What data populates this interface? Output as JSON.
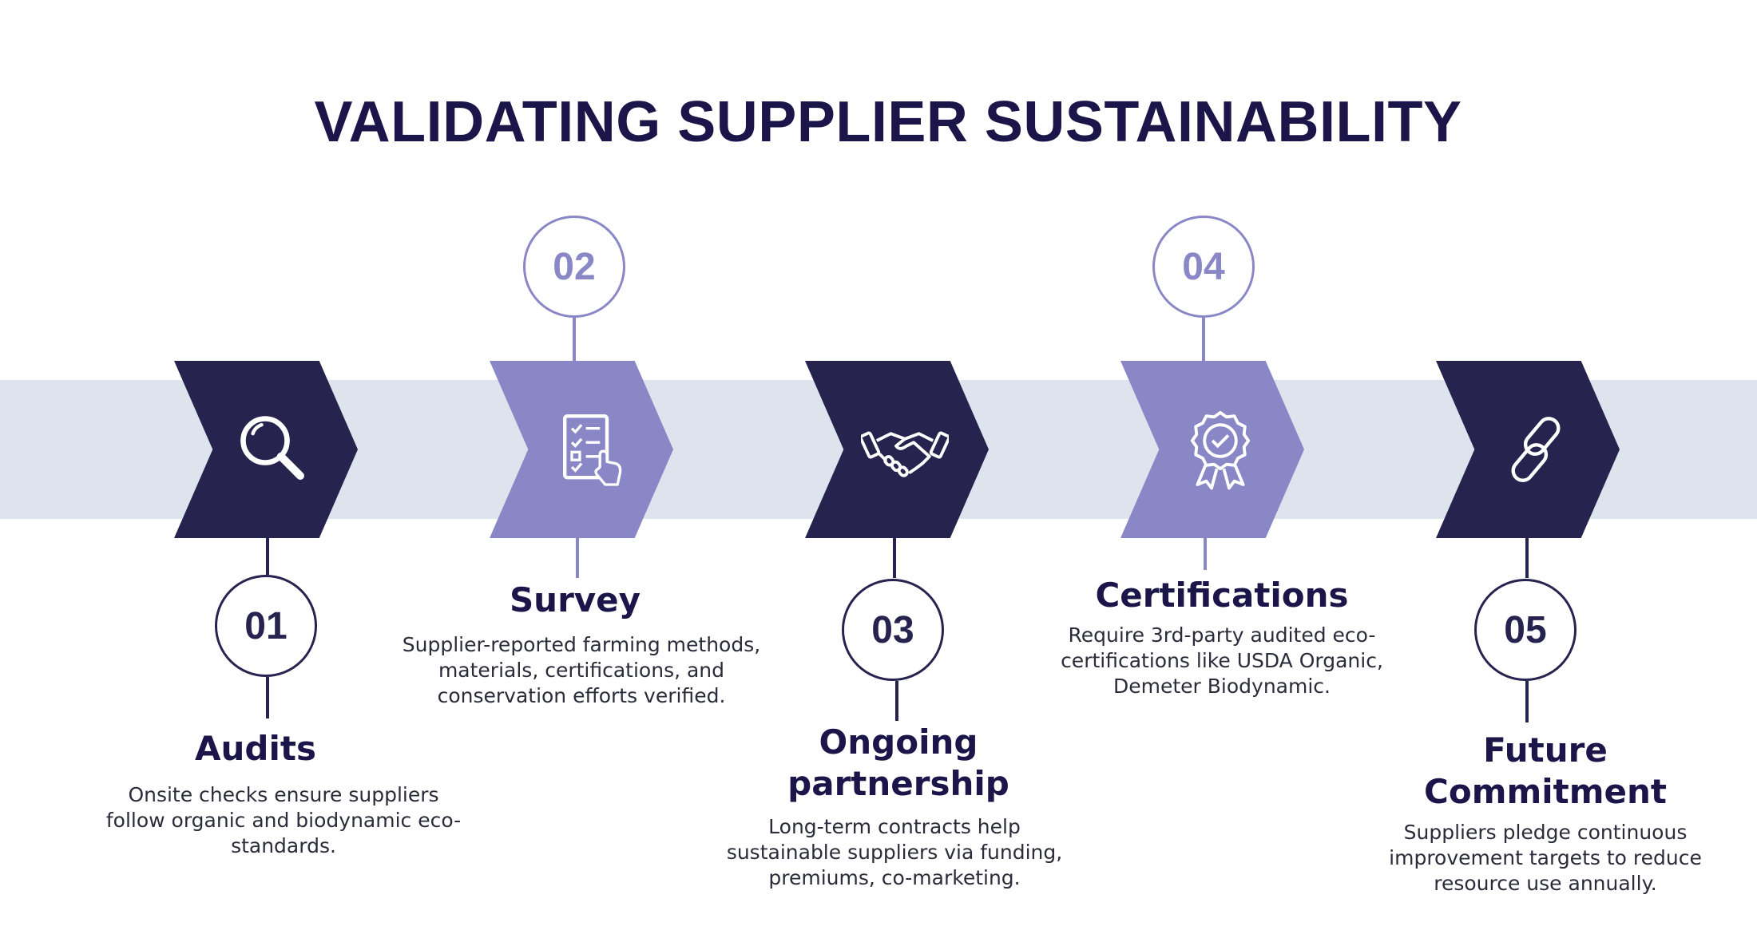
{
  "title": "VALIDATING SUPPLIER SUSTAINABILITY",
  "colors": {
    "dark": "#26234f",
    "light": "#8a87c7",
    "band": "#dde4ed",
    "title": "#1c1549"
  },
  "steps": [
    {
      "number": "01",
      "title": "Audits",
      "description": "Onsite checks ensure suppliers follow organic and biodynamic eco-standards.",
      "icon": "magnifier-icon"
    },
    {
      "number": "02",
      "title": "Survey",
      "description": "Supplier-reported farming methods, materials, certifications, and conservation efforts verified.",
      "icon": "checklist-icon"
    },
    {
      "number": "03",
      "title": "Ongoing partnership",
      "description": "Long-term contracts help sustainable suppliers via funding, premiums, co-marketing.",
      "icon": "handshake-icon"
    },
    {
      "number": "04",
      "title": "Certifications",
      "description": "Require 3rd-party audited eco-certifications like USDA Organic, Demeter Biodynamic.",
      "icon": "award-badge-icon"
    },
    {
      "number": "05",
      "title": "Future Commitment",
      "description": "Suppliers pledge continuous improvement targets to reduce resource use annually.",
      "icon": "chain-link-icon"
    }
  ]
}
